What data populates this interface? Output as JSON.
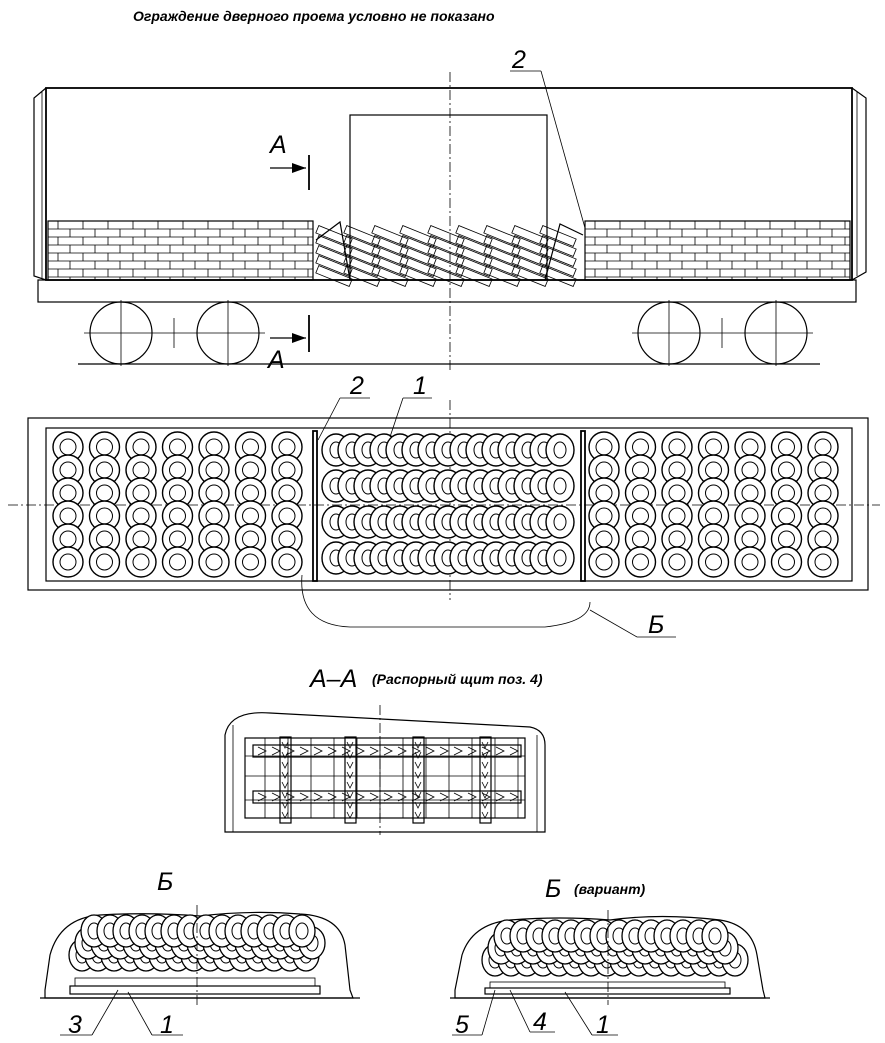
{
  "note": "Ограждение дверного проема условно не показано",
  "side_view": {
    "section_mark_top": "А",
    "section_mark_bottom": "А",
    "callout_2": "2"
  },
  "plan_view": {
    "callout_2": "2",
    "callout_1": "1",
    "callout_b": "Б"
  },
  "section_aa": {
    "title": "А–А",
    "subtitle": "(Распорный щит поз. 4)"
  },
  "detail_b": {
    "title": "Б",
    "callout_3": "3",
    "callout_1": "1"
  },
  "detail_b_variant": {
    "title": "Б",
    "subtitle": "(вариант)",
    "callout_5": "5",
    "callout_4": "4",
    "callout_1": "1"
  }
}
